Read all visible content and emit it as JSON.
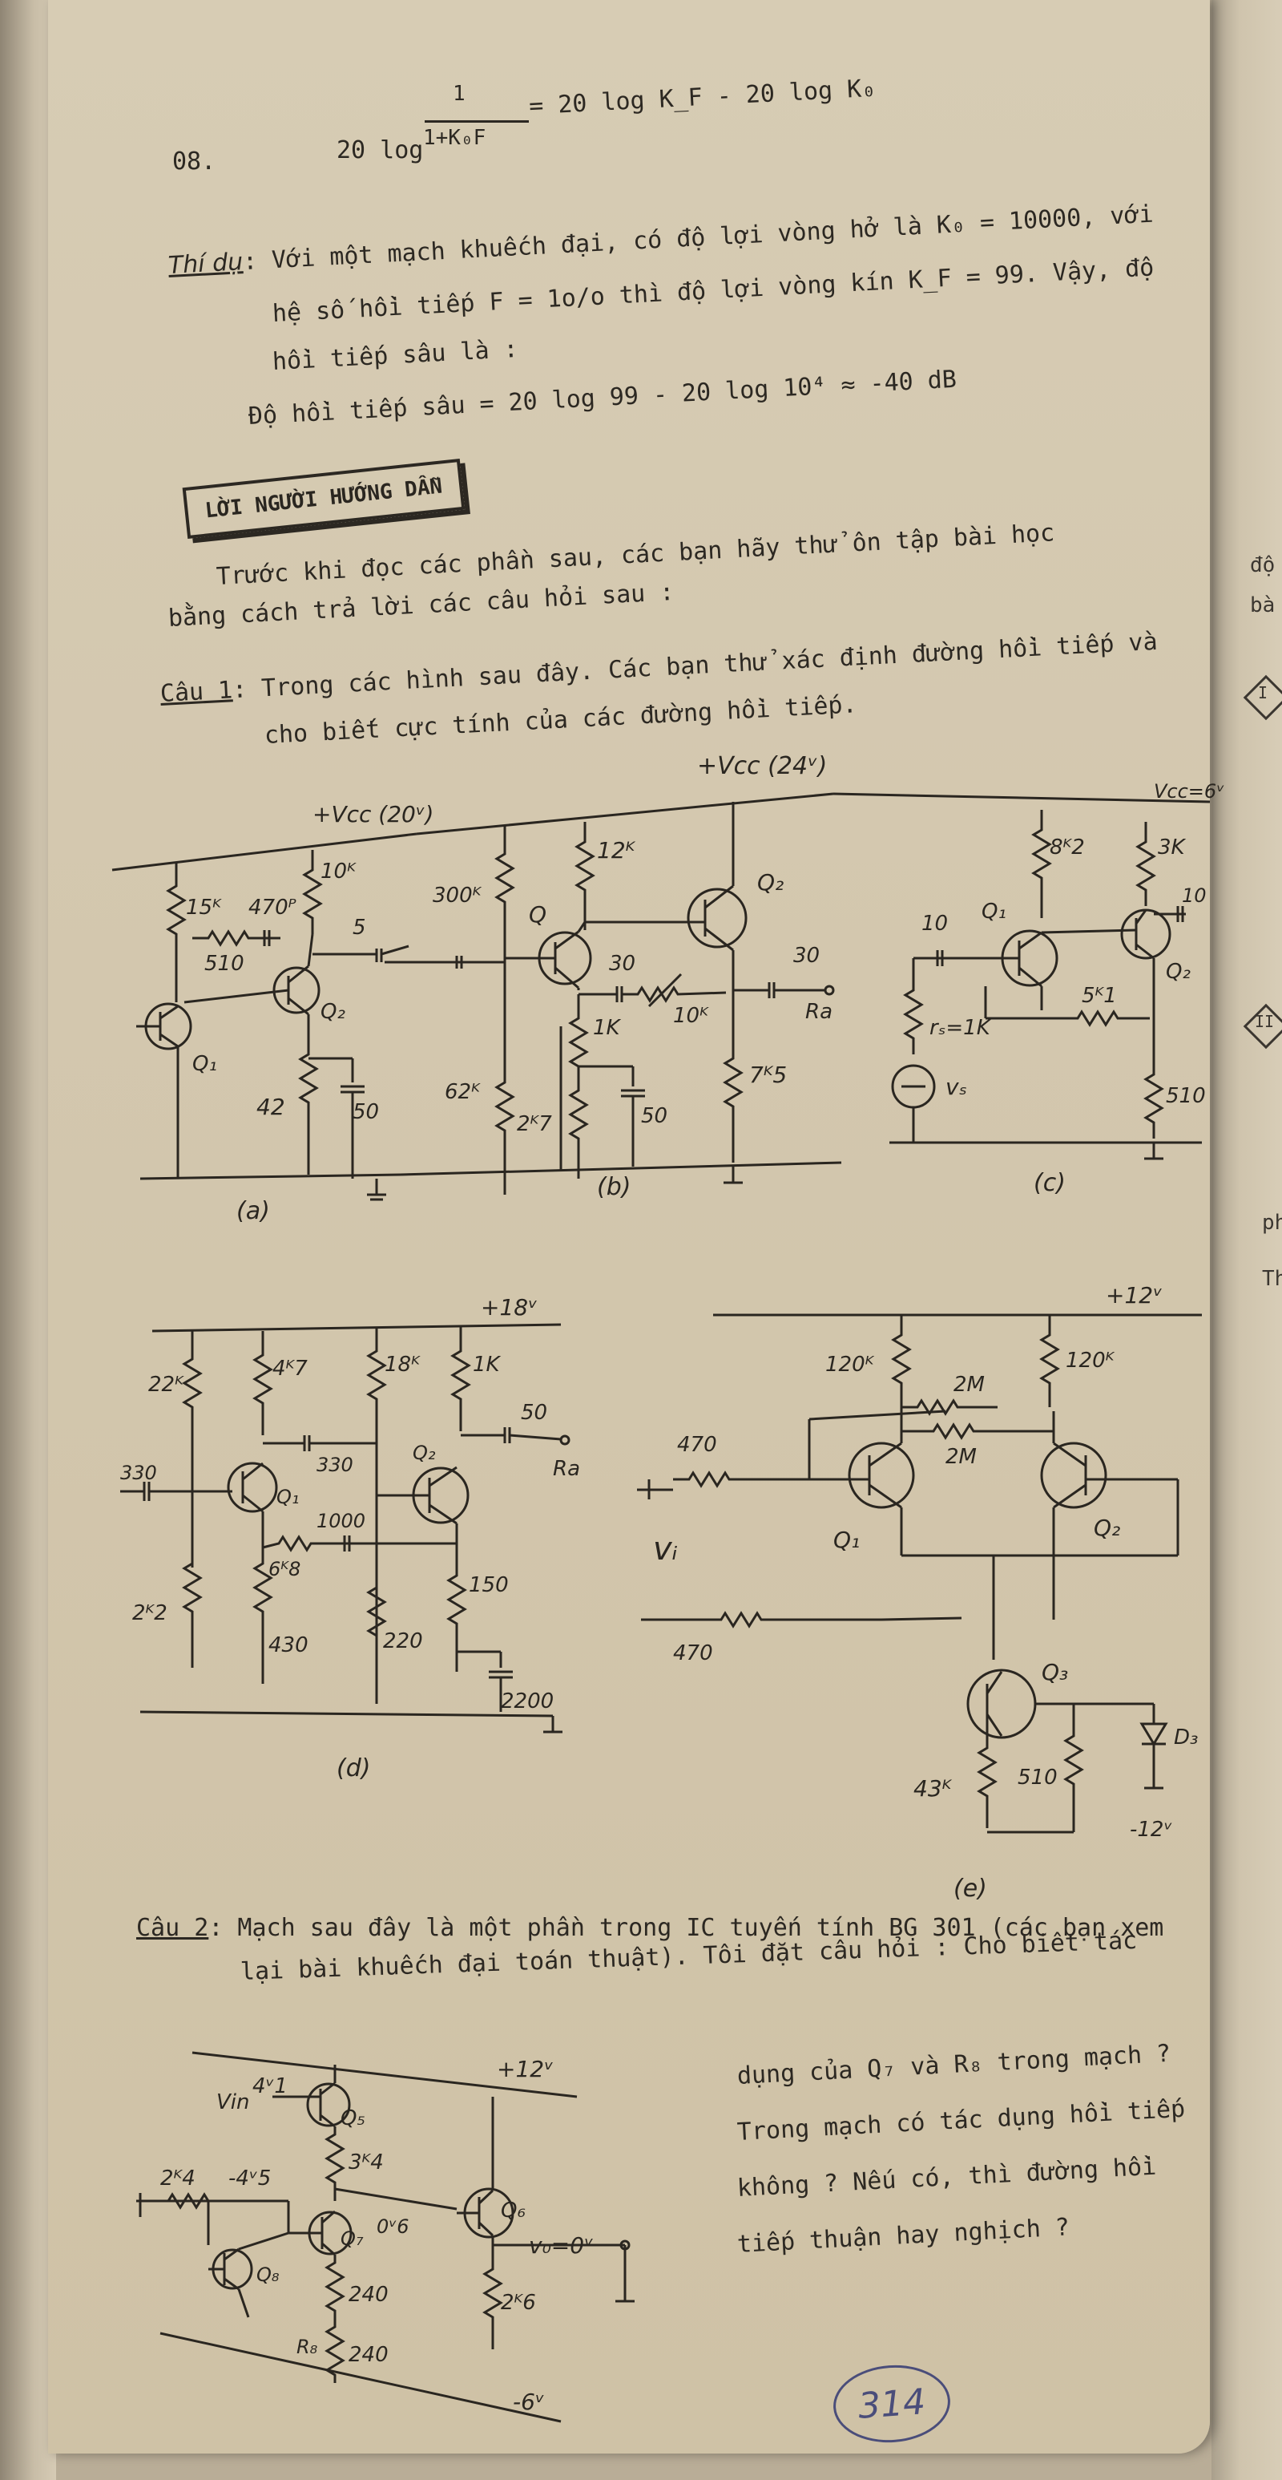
{
  "header": {
    "item_no": "08.",
    "formula_lhs": "20 log",
    "frac_num": "1",
    "frac_den": "1+K₀F",
    "formula_rhs": "= 20 log K_F - 20 log K₀"
  },
  "example": {
    "label": "Thí dụ",
    "line1": ": Với một mạch khuếch đại, có độ lợi vòng hở là K₀ = 10000, với",
    "line2": "hệ số hồi tiếp F = 1o/o thì độ lợi vòng kín K_F = 99. Vậy, độ",
    "line3": "hồi tiếp sâu là :",
    "result": "Độ hồi tiếp sâu = 20 log 99 - 20 log 10⁴ ≈ -40 dB"
  },
  "guide": {
    "box_title": "LỜI NGƯỜI HƯỚNG DẪN",
    "intro1": "Trước khi đọc các phần sau, các bạn hãy   thử ôn tập bài học",
    "intro2": "bằng cách trả lời các câu hỏi sau :"
  },
  "question1": {
    "label": "Câu 1",
    "line1": ": Trong các hình sau đây. Các bạn thử xác định đường hồi tiếp và",
    "line2": "cho biết cực tính của các đường hồi tiếp."
  },
  "circuits": {
    "a": {
      "vcc": "+Vcc (20ᵛ)",
      "r1": "15ᴷ",
      "c1": "470ᴾ",
      "r2": "10ᴷ",
      "c2": "5",
      "r3": "510",
      "q1": "Q₁",
      "q2": "Q₂",
      "r4": "42",
      "c3": "50",
      "caption": "(a)"
    },
    "b": {
      "vcc": "+Vcc (24ᵛ)",
      "r1": "300ᴷ",
      "r2": "12ᴷ",
      "q": "Q",
      "q2": "Q₂",
      "c1": "30",
      "r3": "10ᴷ",
      "c2": "30",
      "rl": "Ra",
      "r4": "1K",
      "r5": "62ᴷ",
      "r6": "2ᴷ7",
      "c3": "50",
      "r7": "7ᴷ5",
      "caption": "(b)"
    },
    "c": {
      "vcc": "Vcc=6ᵛ",
      "r1": "8ᴷ2",
      "r2": "3K",
      "c1": "10",
      "c2": "10",
      "q1": "Q₁",
      "q2": "Q₂",
      "rs": "rₛ=1K",
      "vs": "vₛ",
      "r3": "5ᴷ1",
      "r4": "510",
      "caption": "(c)"
    },
    "d": {
      "vcc": "+18ᵛ",
      "r1": "22ᴷ",
      "r2": "4ᴷ7",
      "r3": "18ᴷ",
      "r4": "1K",
      "c1": "330",
      "c2": "330",
      "c3": "50",
      "q1": "Q₁",
      "q2": "Q₂",
      "rl": "Ra",
      "c4": "1000",
      "r5": "6ᴷ8",
      "r6": "2ᴷ2",
      "r7": "430",
      "r8": "220",
      "r9": "150",
      "c5": "2200",
      "caption": "(d)"
    },
    "e": {
      "vcc": "+12ᵛ",
      "r1": "120ᴷ",
      "r2": "2M",
      "r3": "2M",
      "r4": "120ᴷ",
      "r5": "470",
      "r6": "470",
      "vin": "vᵢ",
      "q1": "Q₁",
      "q2": "Q₂",
      "q3": "Q₃",
      "r7": "43ᴷ",
      "r8": "510",
      "d3": "D₃",
      "vee": "-12ᵛ",
      "caption": "(e)"
    }
  },
  "question2": {
    "label": "Câu 2",
    "line1": ": Mạch sau đây là một phần trong IC tuyến tính BG 301 (các bạn xem",
    "line2": "lại bài khuếch đại toán thuật). Tôi đặt câu hỏi : Cho biết tác",
    "line3": "dụng của Q₇ và R₈ trong mạch ?",
    "line4": "Trong mạch có tác dụng hồi tiếp",
    "line5": "không ? Nếu có, thì đường hồi",
    "line6": "tiếp thuận hay nghịch ?"
  },
  "circuit2": {
    "vcc": "+12ᵛ",
    "vin": "Vin",
    "v1": "4ᵛ1",
    "q5": "Q₅",
    "r1": "3ᴷ4",
    "r2": "2ᴷ4",
    "v2": "-4ᵛ5",
    "q7": "Q₇",
    "v3": "0ᵛ6",
    "q6": "Q₆",
    "vo": "v₀=0ᵛ",
    "q8": "Q₈",
    "r3": "240",
    "r8": "R₈",
    "r4": "240",
    "r5": "2ᴷ6",
    "vee": "-6ᵛ"
  },
  "margin": {
    "m1": "độ",
    "m2": "bà",
    "i1": "I",
    "i2": "II",
    "m3": "ph",
    "m4": "Th"
  },
  "page_number": "314"
}
